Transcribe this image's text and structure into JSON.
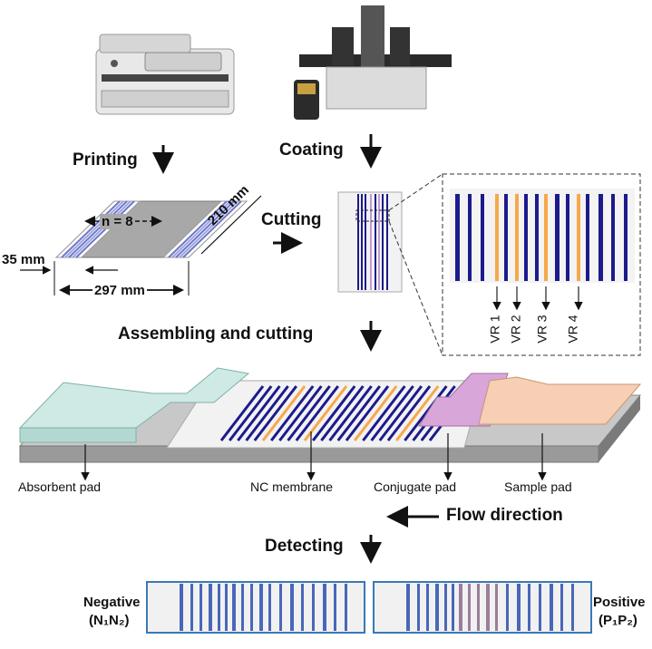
{
  "steps": {
    "printing": "Printing",
    "coating": "Coating",
    "cutting": "Cutting",
    "assembling": "Assembling and cutting",
    "detecting": "Detecting"
  },
  "sheet": {
    "n_label": "n = 8",
    "width_label": "297 mm",
    "height_label": "210 mm",
    "margin_label": "35 mm"
  },
  "variable_regions": [
    "VR 1",
    "VR 2",
    "VR 3",
    "VR 4"
  ],
  "strip_parts": {
    "absorbent": "Absorbent pad",
    "membrane": "NC membrane",
    "conjugate": "Conjugate pad",
    "sample": "Sample pad"
  },
  "flow_label": "Flow direction",
  "results": {
    "negative_title": "Negative",
    "negative_sub": "(N₁N₂)",
    "positive_title": "Positive",
    "positive_sub": "(P₁P₂)"
  },
  "colors": {
    "line_blue": "#1c1a8c",
    "vr_orange": "#f6a84a",
    "absorbent_pad": "#cfe9e4",
    "conjugate_pad": "#d9a6d9",
    "sample_pad": "#f6cfb4",
    "printed_blue": "#2c4fb0"
  }
}
